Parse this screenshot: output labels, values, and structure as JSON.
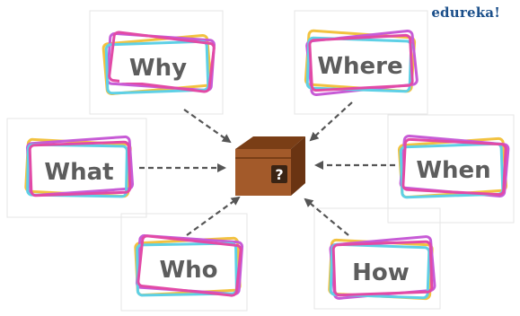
{
  "brand": {
    "name": "edureka!"
  },
  "center": {
    "label": "?"
  },
  "cards": [
    {
      "id": "why",
      "label": "Why"
    },
    {
      "id": "where",
      "label": "Where"
    },
    {
      "id": "what",
      "label": "What"
    },
    {
      "id": "when",
      "label": "When"
    },
    {
      "id": "who",
      "label": "Who"
    },
    {
      "id": "how",
      "label": "How"
    }
  ],
  "colors": {
    "card_outline_1": "#f2c240",
    "card_outline_2": "#c75bd6",
    "card_outline_3": "#5ed0e6",
    "card_outline_4": "#e24aa6",
    "box_front": "#a35a2a",
    "box_top": "#7a3e16",
    "box_shade": "#6a3412",
    "arrow": "#555555",
    "label_text": "#5d5d5d",
    "brand": "#1b4f8a"
  }
}
